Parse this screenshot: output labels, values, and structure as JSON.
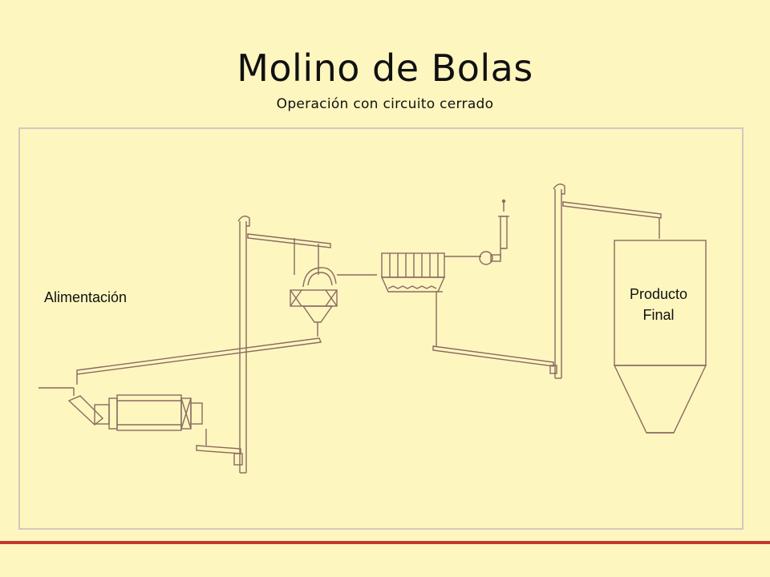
{
  "slide": {
    "title": "Molino de Bolas",
    "subtitle": "Operación con circuito cerrado"
  },
  "diagram": {
    "labels": {
      "feed": "Alimentación",
      "product_line1": "Producto",
      "product_line2": "Final"
    },
    "colors": {
      "background": "#fdf6bf",
      "line": "#8a6a60",
      "frame": "#d6c6bf",
      "accent_bar": "#c0392b"
    }
  }
}
